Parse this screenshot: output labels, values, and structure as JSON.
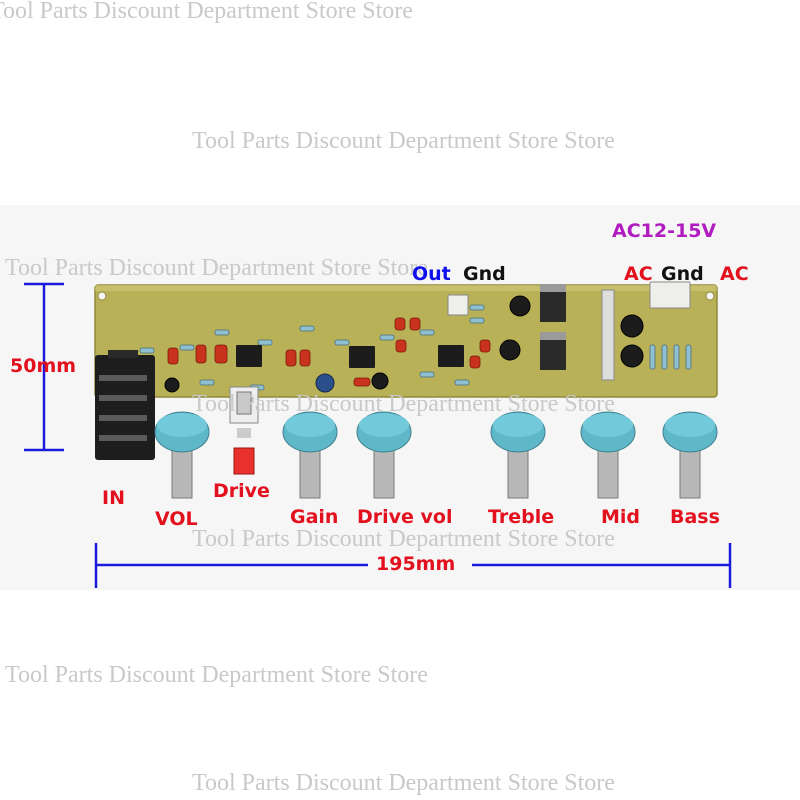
{
  "watermark": "Tool Parts Discount Department Store Store",
  "labels": {
    "power_spec": "AC12-15V",
    "out": "Out",
    "out_gnd": "Gnd",
    "ac_left": "AC",
    "ac_gnd": "Gnd",
    "ac_right": "AC",
    "height": "50mm",
    "width": "195mm",
    "input": "IN",
    "vol": "VOL",
    "drive_switch": "Drive",
    "gain": "Gain",
    "drive_vol": "Drive vol",
    "treble": "Treble",
    "mid": "Mid",
    "bass": "Bass"
  },
  "colors": {
    "pcb": "#b9b157",
    "knob": "#5fb8c8",
    "dimension_line": "#1a1adf",
    "label_red": "#e3101d",
    "label_blue": "#1010ee",
    "label_purple": "#b01cc0"
  }
}
